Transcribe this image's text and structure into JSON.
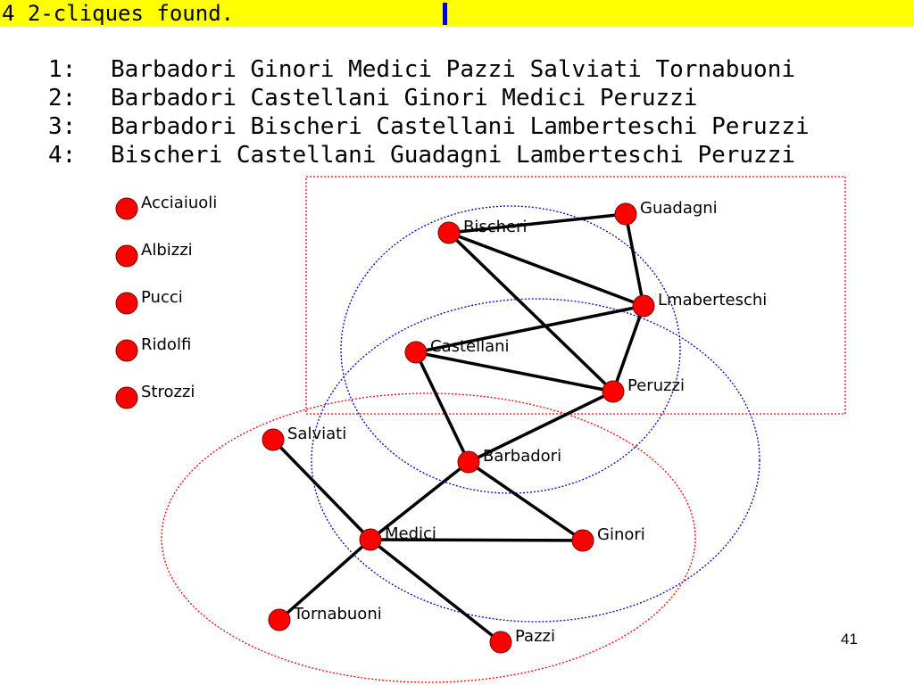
{
  "header": {
    "status_text": "4 2-cliques found.",
    "colors": {
      "background": "#ffff00",
      "cursor": "#0000cc"
    }
  },
  "cliques": [
    {
      "number": "1:",
      "members": "Barbadori Ginori Medici Pazzi Salviati Tornabuoni"
    },
    {
      "number": "2:",
      "members": "Barbadori Castellani Ginori Medici Peruzzi"
    },
    {
      "number": "3:",
      "members": "Barbadori Bischeri Castellani Lamberteschi Peruzzi"
    },
    {
      "number": "4:",
      "members": "Bischeri Castellani Guadagni Lamberteschi Peruzzi"
    }
  ],
  "graph": {
    "node_color": "#ff0000",
    "edge_color": "#000000",
    "nodes": [
      {
        "id": "acciaiuoli",
        "label": "Acciaiuoli"
      },
      {
        "id": "albizzi",
        "label": "Albizzi"
      },
      {
        "id": "pucci",
        "label": "Pucci"
      },
      {
        "id": "ridolfi",
        "label": "Ridolfi"
      },
      {
        "id": "strozzi",
        "label": "Strozzi"
      },
      {
        "id": "bischeri",
        "label": "Bischeri"
      },
      {
        "id": "guadagni",
        "label": "Guadagni"
      },
      {
        "id": "lamberteschi",
        "label": "Lmaberteschi"
      },
      {
        "id": "castellani",
        "label": "Castellani"
      },
      {
        "id": "peruzzi",
        "label": "Peruzzi"
      },
      {
        "id": "salviati",
        "label": "Salviati"
      },
      {
        "id": "barbadori",
        "label": "Barbadori"
      },
      {
        "id": "medici",
        "label": "Medici"
      },
      {
        "id": "ginori",
        "label": "Ginori"
      },
      {
        "id": "tornabuoni",
        "label": "Tornabuoni"
      },
      {
        "id": "pazzi",
        "label": "Pazzi"
      }
    ],
    "edges": [
      [
        "bischeri",
        "guadagni"
      ],
      [
        "guadagni",
        "lamberteschi"
      ],
      [
        "bischeri",
        "lamberteschi"
      ],
      [
        "bischeri",
        "peruzzi"
      ],
      [
        "castellani",
        "lamberteschi"
      ],
      [
        "lamberteschi",
        "peruzzi"
      ],
      [
        "castellani",
        "peruzzi"
      ],
      [
        "peruzzi",
        "barbadori"
      ],
      [
        "castellani",
        "barbadori"
      ],
      [
        "barbadori",
        "medici"
      ],
      [
        "barbadori",
        "ginori"
      ],
      [
        "medici",
        "ginori"
      ],
      [
        "salviati",
        "medici"
      ],
      [
        "medici",
        "tornabuoni"
      ],
      [
        "medici",
        "pazzi"
      ]
    ],
    "highlight_colors": {
      "box": "#ff0000",
      "blue_ellipse": "#0000cc",
      "red_ellipse": "#ff0000"
    }
  },
  "footer": {
    "page_number": "41"
  }
}
